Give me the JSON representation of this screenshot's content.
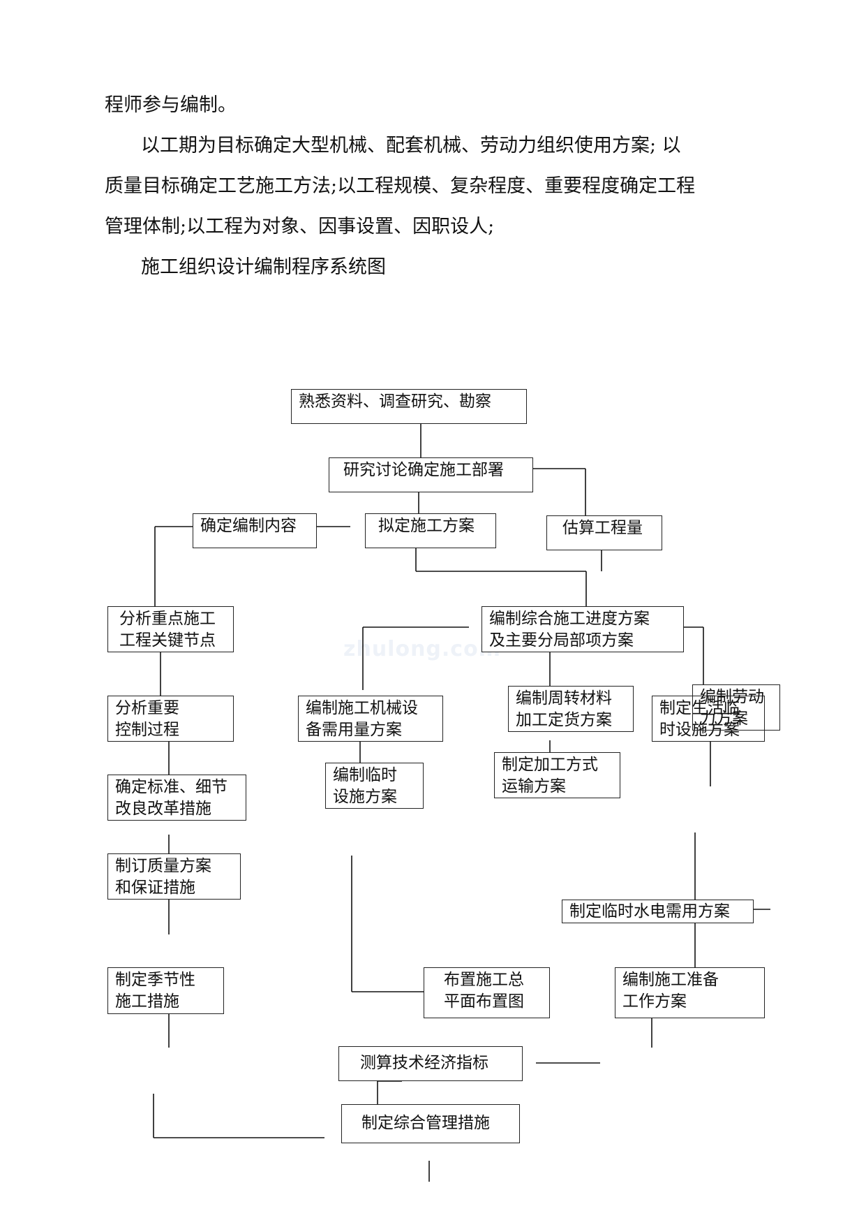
{
  "paragraphs": {
    "p1": "程师参与编制。",
    "p2_line1": "以工期为目标确定大型机械、配套机械、劳动力组织使用方案; 以",
    "p2_line2": "质量目标确定工艺施工方法;以工程规模、复杂程度、重要程度确定工程",
    "p2_line3": "管理体制;以工程为对象、因事设置、因职设人;",
    "p3": "施工组织设计编制程序系统图"
  },
  "watermark": "zhulong.com",
  "flowchart": {
    "nodes": {
      "n1": [
        "熟悉资料、调查研究、勘察"
      ],
      "n2": [
        "研究讨论确定施工部署"
      ],
      "n3": [
        "确定编制内容"
      ],
      "n4": [
        "拟定施工方案"
      ],
      "n5": [
        "估算工程量"
      ],
      "n6": [
        "分析重点施工",
        "工程关键节点"
      ],
      "n7": [
        "编制综合施工进度方案",
        "及主要分局部项方案"
      ],
      "n8": [
        "分析重要",
        "控制过程"
      ],
      "n9": [
        "编制施工机械设",
        "备需用量方案"
      ],
      "n10": [
        "编制周转材料",
        "加工定货方案"
      ],
      "n11": [
        "制定生活临",
        "时设施方案"
      ],
      "n12": [
        "编制劳动",
        "力方案"
      ],
      "n13": [
        "确定标准、细节",
        "改良改革措施"
      ],
      "n14": [
        "编制临时",
        "设施方案"
      ],
      "n15": [
        "制定加工方式",
        "运输方案"
      ],
      "n16": [
        "制订质量方案",
        "和保证措施"
      ],
      "n17": [
        "制定临时水电需用方案"
      ],
      "n18": [
        "制定季节性",
        "施工措施"
      ],
      "n19": [
        "布置施工总",
        "平面布置图"
      ],
      "n20": [
        "编制施工准备",
        "工作方案"
      ],
      "n21": [
        "测算技术经济指标"
      ],
      "n22": [
        "制定综合管理措施"
      ]
    }
  }
}
